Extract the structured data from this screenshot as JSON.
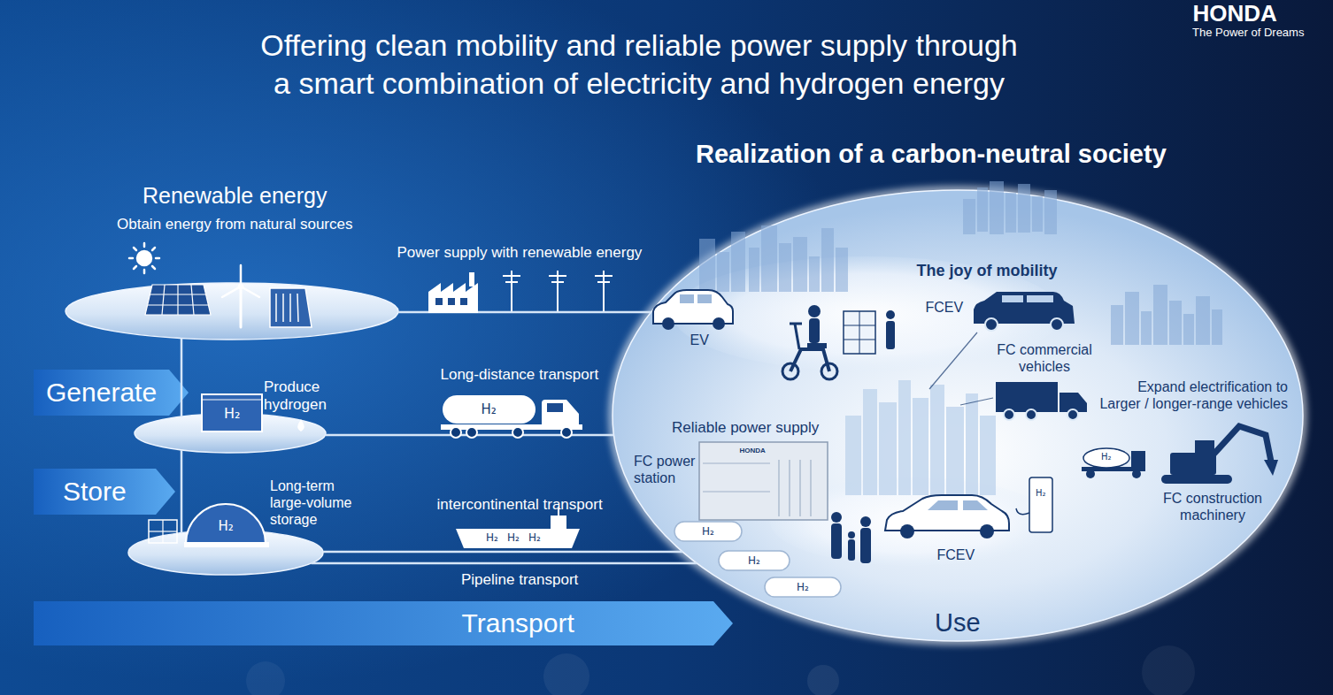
{
  "diagram": {
    "title": "Offering clean mobility and reliable power supply through a smart combination of electricity and hydrogen energy",
    "nodes": [
      {
        "text": [
          "Renewable energy",
          "Obtain energy from natural sources"
        ]
      },
      {
        "text": [
          "Produce hydrogen"
        ]
      },
      {
        "text": [
          "Long-term large-volume storage"
        ]
      },
      {
        "text": [
          "Generate"
        ]
      },
      {
        "text": [
          "Store"
        ]
      },
      {
        "text": [
          "Transport"
        ]
      },
      {
        "text": [
          "Realization of a carbon-neutral society",
          "Use"
        ]
      },
      {
        "text": [
          "The joy of mobility"
        ],
        "in": 6
      },
      {
        "text": [
          "FCEV"
        ],
        "in": 6
      }
    ],
    "edges": [
      {
        "from": 0,
        "to": 1,
        "arrow": "none"
      },
      {
        "from": 1,
        "to": 2,
        "arrow": "none"
      },
      {
        "from": 0,
        "to": 6,
        "label": "Power supply with renewable energy",
        "arrow": "none"
      },
      {
        "from": 1,
        "to": 6,
        "label": "Long-distance transport",
        "arrow": "none"
      },
      {
        "from": 2,
        "to": 6,
        "label": "intercontinental transport",
        "arrow": "none"
      },
      {
        "from": 2,
        "to": 6,
        "label": "Pipeline transport",
        "arrow": "none"
      }
    ],
    "labels": [
      "HONDA",
      "The Power of Dreams",
      "H₂",
      "H₂",
      "H₂",
      "H₂",
      "H₂",
      "H₂",
      "EV",
      "FCEV",
      "FC commercial vehicles",
      "Expand electrification to Larger / longer-range vehicles",
      "Reliable power supply",
      "FC power station",
      "HONDA",
      "H₂",
      "H₂",
      "H₂",
      "H₂",
      "H₂",
      "FC construction machinery"
    ]
  }
}
